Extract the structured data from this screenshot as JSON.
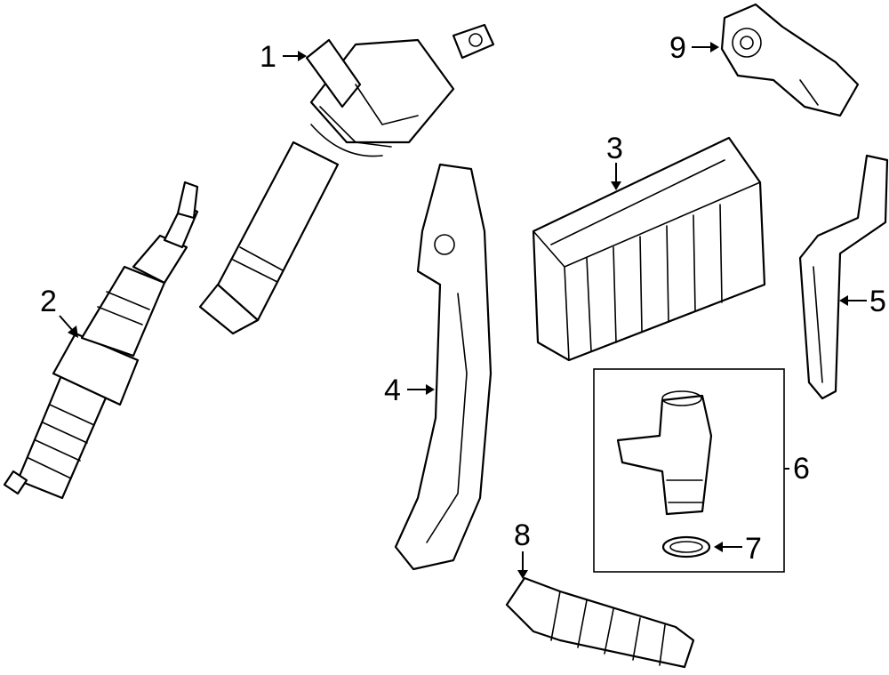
{
  "diagram": {
    "callouts": [
      {
        "id": "1",
        "label": "1"
      },
      {
        "id": "2",
        "label": "2"
      },
      {
        "id": "3",
        "label": "3"
      },
      {
        "id": "4",
        "label": "4"
      },
      {
        "id": "5",
        "label": "5"
      },
      {
        "id": "6",
        "label": "6"
      },
      {
        "id": "7",
        "label": "7"
      },
      {
        "id": "8",
        "label": "8"
      },
      {
        "id": "9",
        "label": "9"
      }
    ],
    "line_color": "#000000",
    "background": "#ffffff"
  }
}
